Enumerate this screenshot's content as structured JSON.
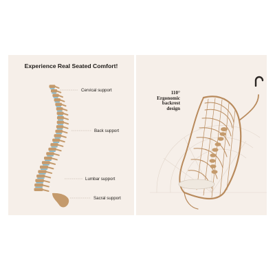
{
  "left_panel": {
    "headline": "Experience Real Seated Comfort!",
    "callouts": {
      "cervical": "Cervical support",
      "back": "Back support",
      "lumbar": "Lumbar support",
      "sacral": "Sacral support"
    },
    "colors": {
      "background": "#f6efe9",
      "vertebra": "#c49a6c",
      "disc": "#7fb7cf",
      "line": "#b7a79a"
    }
  },
  "right_panel": {
    "angle": "110°",
    "tagline_line1": "Ergonomic",
    "tagline_line2": "backrest",
    "tagline_line3": "design",
    "brand_icon": "arc-logo-icon",
    "colors": {
      "rattan": "#b88a5c",
      "cushion": "#efe8df"
    }
  }
}
